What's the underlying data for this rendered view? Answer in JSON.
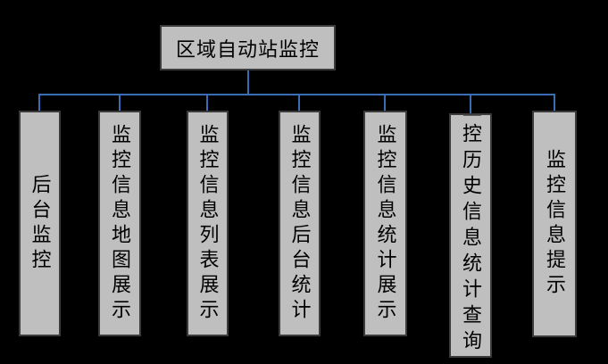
{
  "diagram": {
    "title": "区域自动站监控",
    "root": {
      "label": "区域自动站监控"
    },
    "children": [
      {
        "label": "后台监控"
      },
      {
        "label": "监控信息地图展示"
      },
      {
        "label": "监控信息列表展示"
      },
      {
        "label": "监控信息后台统计"
      },
      {
        "label": "监控信息统计展示"
      },
      {
        "label": "监控历史信息统计查询"
      },
      {
        "label": "监控信息提示"
      }
    ],
    "colors": {
      "background": "#000000",
      "box_fill": "#bfbfbf",
      "box_border": "#3b3b3b",
      "connector": "#3a6eb4",
      "text": "#000000"
    }
  }
}
